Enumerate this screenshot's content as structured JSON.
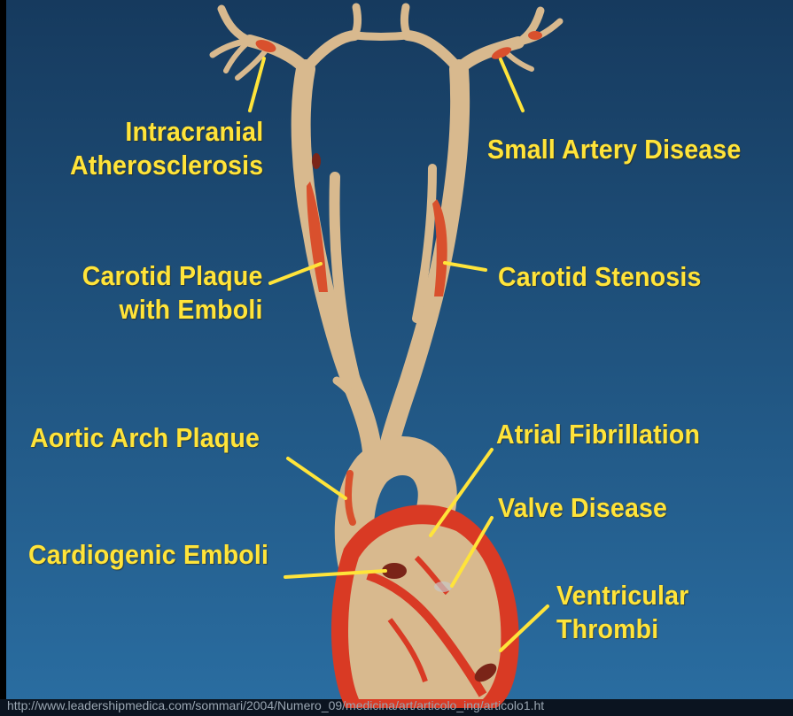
{
  "labels": {
    "intracranial_line1": "Intracranial",
    "intracranial_line2": "Atherosclerosis",
    "small_artery": "Small Artery Disease",
    "carotid_plaque_line1": "Carotid Plaque",
    "carotid_plaque_line2": "with Emboli",
    "carotid_stenosis": "Carotid Stenosis",
    "aortic_arch": "Aortic Arch Plaque",
    "atrial_fib": "Atrial Fibrillation",
    "valve_disease": "Valve Disease",
    "cardiogenic": "Cardiogenic Emboli",
    "ventricular_line1": "Ventricular",
    "ventricular_line2": "Thrombi"
  },
  "source_url": "http://www.leadershipmedica.com/sommari/2004/Numero_09/medicina/art/articolo_ing/articolo1.ht",
  "colors": {
    "background_top": "#163a5e",
    "background_bottom": "#2a6ea2",
    "vessel": "#d8b98e",
    "lesion": "#d9502d",
    "heart_wall": "#d93a24",
    "label": "#ffe43a"
  }
}
